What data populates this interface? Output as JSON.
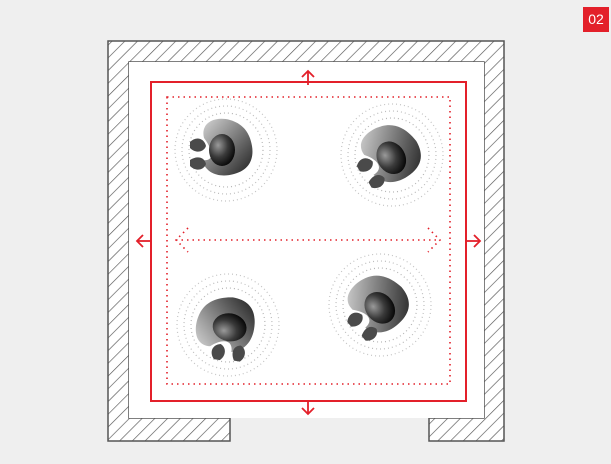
{
  "badge": {
    "label": "02"
  },
  "colors": {
    "accent": "#e3202a",
    "wall_hatch": "#555555",
    "background": "#efefef",
    "floor": "#ffffff"
  },
  "figures": [
    {
      "name": "person-top-left",
      "facing": "left"
    },
    {
      "name": "person-top-right",
      "facing": "down-left"
    },
    {
      "name": "person-bottom-left",
      "facing": "down"
    },
    {
      "name": "person-bottom-right",
      "facing": "down-left"
    }
  ],
  "arrows": [
    "up",
    "down",
    "left",
    "right"
  ]
}
